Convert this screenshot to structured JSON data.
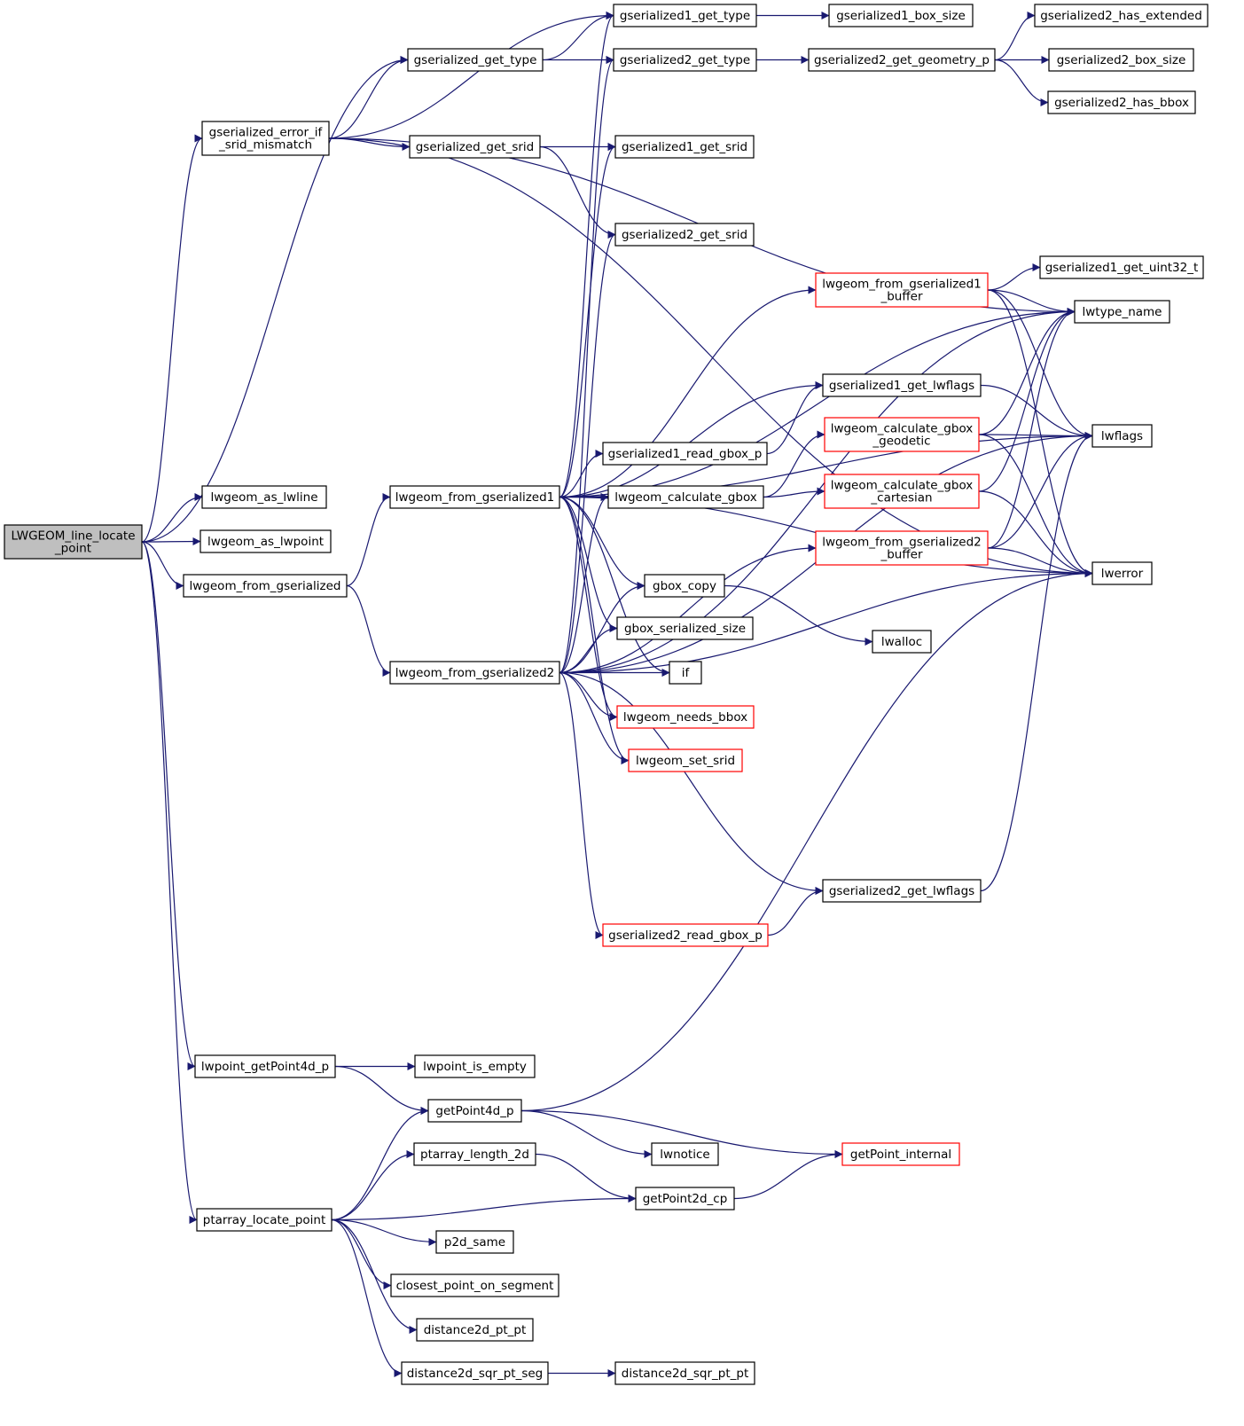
{
  "graph": {
    "edge_color": "#191970",
    "default_border": "#000000",
    "highlight_border": "#ff0000",
    "root_fill": "#bfbfbf",
    "nodes": [
      {
        "id": "root",
        "lines": [
          "LWGEOM_line_locate",
          "_point"
        ],
        "style": "root"
      },
      {
        "id": "gs_err",
        "lines": [
          "gserialized_error_if",
          "_srid_mismatch"
        ]
      },
      {
        "id": "as_lwline",
        "lines": [
          "lwgeom_as_lwline"
        ]
      },
      {
        "id": "as_lwpoint",
        "lines": [
          "lwgeom_as_lwpoint"
        ]
      },
      {
        "id": "from_gs",
        "lines": [
          "lwgeom_from_gserialized"
        ]
      },
      {
        "id": "pt_get4d",
        "lines": [
          "lwpoint_getPoint4d_p"
        ]
      },
      {
        "id": "pta_locate",
        "lines": [
          "ptarray_locate_point"
        ]
      },
      {
        "id": "gs_get_type",
        "lines": [
          "gserialized_get_type"
        ]
      },
      {
        "id": "gs_get_srid",
        "lines": [
          "gserialized_get_srid"
        ]
      },
      {
        "id": "from_gs1",
        "lines": [
          "lwgeom_from_gserialized1"
        ]
      },
      {
        "id": "from_gs2",
        "lines": [
          "lwgeom_from_gserialized2"
        ]
      },
      {
        "id": "pt_is_empty",
        "lines": [
          "lwpoint_is_empty"
        ]
      },
      {
        "id": "get4d",
        "lines": [
          "getPoint4d_p"
        ]
      },
      {
        "id": "pta_len2d",
        "lines": [
          "ptarray_length_2d"
        ]
      },
      {
        "id": "p2d_same",
        "lines": [
          "p2d_same"
        ]
      },
      {
        "id": "closest",
        "lines": [
          "closest_point_on_segment"
        ]
      },
      {
        "id": "dist_pt_pt",
        "lines": [
          "distance2d_pt_pt"
        ]
      },
      {
        "id": "dist_sqr_seg",
        "lines": [
          "distance2d_sqr_pt_seg"
        ]
      },
      {
        "id": "gs1_type",
        "lines": [
          "gserialized1_get_type"
        ]
      },
      {
        "id": "gs2_type",
        "lines": [
          "gserialized2_get_type"
        ]
      },
      {
        "id": "gs1_srid",
        "lines": [
          "gserialized1_get_srid"
        ]
      },
      {
        "id": "gs2_srid",
        "lines": [
          "gserialized2_get_srid"
        ]
      },
      {
        "id": "gs1_read_gbox",
        "lines": [
          "gserialized1_read_gbox_p"
        ]
      },
      {
        "id": "calc_gbox",
        "lines": [
          "lwgeom_calculate_gbox"
        ]
      },
      {
        "id": "gbox_copy",
        "lines": [
          "gbox_copy"
        ]
      },
      {
        "id": "gbox_ser_size",
        "lines": [
          "gbox_serialized_size"
        ]
      },
      {
        "id": "if",
        "lines": [
          "if"
        ]
      },
      {
        "id": "needs_bbox",
        "lines": [
          "lwgeom_needs_bbox"
        ],
        "style": "red"
      },
      {
        "id": "set_srid",
        "lines": [
          "lwgeom_set_srid"
        ],
        "style": "red"
      },
      {
        "id": "gs2_read_gbox",
        "lines": [
          "gserialized2_read_gbox_p"
        ],
        "style": "red"
      },
      {
        "id": "lwnotice",
        "lines": [
          "lwnotice"
        ]
      },
      {
        "id": "get2d_cp",
        "lines": [
          "getPoint2d_cp"
        ]
      },
      {
        "id": "dist_sqr_pt_pt",
        "lines": [
          "distance2d_sqr_pt_pt"
        ]
      },
      {
        "id": "gs1_box_size",
        "lines": [
          "gserialized1_box_size"
        ]
      },
      {
        "id": "gs2_geom_p",
        "lines": [
          "gserialized2_get_geometry_p"
        ]
      },
      {
        "id": "from_gs1_buf",
        "lines": [
          "lwgeom_from_gserialized1",
          "_buffer"
        ],
        "style": "red"
      },
      {
        "id": "gs1_lwflags",
        "lines": [
          "gserialized1_get_lwflags"
        ]
      },
      {
        "id": "gbox_geodetic",
        "lines": [
          "lwgeom_calculate_gbox",
          "_geodetic"
        ],
        "style": "red"
      },
      {
        "id": "gbox_cartesian",
        "lines": [
          "lwgeom_calculate_gbox",
          "_cartesian"
        ],
        "style": "red"
      },
      {
        "id": "from_gs2_buf",
        "lines": [
          "lwgeom_from_gserialized2",
          "_buffer"
        ],
        "style": "red"
      },
      {
        "id": "lwalloc",
        "lines": [
          "lwalloc"
        ]
      },
      {
        "id": "gs2_lwflags",
        "lines": [
          "gserialized2_get_lwflags"
        ]
      },
      {
        "id": "get_internal",
        "lines": [
          "getPoint_internal"
        ],
        "style": "red"
      },
      {
        "id": "gs2_has_ext",
        "lines": [
          "gserialized2_has_extended"
        ]
      },
      {
        "id": "gs2_box_size",
        "lines": [
          "gserialized2_box_size"
        ]
      },
      {
        "id": "gs2_has_bbox",
        "lines": [
          "gserialized2_has_bbox"
        ]
      },
      {
        "id": "gs1_uint32",
        "lines": [
          "gserialized1_get_uint32_t"
        ]
      },
      {
        "id": "lwtype_name",
        "lines": [
          "lwtype_name"
        ]
      },
      {
        "id": "lwflags",
        "lines": [
          "lwflags"
        ]
      },
      {
        "id": "lwerror",
        "lines": [
          "lwerror"
        ]
      }
    ],
    "edges": [
      [
        "root",
        "gs_get_type"
      ],
      [
        "root",
        "gs_err"
      ],
      [
        "root",
        "as_lwline"
      ],
      [
        "root",
        "as_lwpoint"
      ],
      [
        "root",
        "from_gs"
      ],
      [
        "root",
        "pt_get4d"
      ],
      [
        "root",
        "pta_locate"
      ],
      [
        "gs_err",
        "gs1_type"
      ],
      [
        "gs_err",
        "gs_get_type"
      ],
      [
        "gs_err",
        "gs_get_srid"
      ],
      [
        "gs_err",
        "lwtype_name"
      ],
      [
        "gs_err",
        "lwerror"
      ],
      [
        "gs_get_type",
        "gs1_type"
      ],
      [
        "gs_get_type",
        "gs2_type"
      ],
      [
        "gs_get_srid",
        "gs1_srid"
      ],
      [
        "gs_get_srid",
        "gs2_srid"
      ],
      [
        "from_gs",
        "from_gs1"
      ],
      [
        "from_gs",
        "from_gs2"
      ],
      [
        "from_gs1",
        "gs1_type"
      ],
      [
        "from_gs1",
        "gs1_srid"
      ],
      [
        "from_gs1",
        "lwtype_name"
      ],
      [
        "from_gs1",
        "from_gs1_buf"
      ],
      [
        "from_gs1",
        "lwflags"
      ],
      [
        "from_gs1",
        "gs1_lwflags"
      ],
      [
        "from_gs1",
        "gs1_read_gbox"
      ],
      [
        "from_gs1",
        "calc_gbox"
      ],
      [
        "from_gs1",
        "lwerror"
      ],
      [
        "from_gs1",
        "gbox_copy"
      ],
      [
        "from_gs1",
        "gbox_ser_size"
      ],
      [
        "from_gs1",
        "if"
      ],
      [
        "from_gs1",
        "needs_bbox"
      ],
      [
        "from_gs1",
        "set_srid"
      ],
      [
        "from_gs2",
        "gs2_type"
      ],
      [
        "from_gs2",
        "gs2_srid"
      ],
      [
        "from_gs2",
        "lwtype_name"
      ],
      [
        "from_gs2",
        "calc_gbox"
      ],
      [
        "from_gs2",
        "gbox_copy"
      ],
      [
        "from_gs2",
        "gbox_ser_size"
      ],
      [
        "from_gs2",
        "if"
      ],
      [
        "from_gs2",
        "needs_bbox"
      ],
      [
        "from_gs2",
        "set_srid"
      ],
      [
        "from_gs2",
        "from_gs2_buf"
      ],
      [
        "from_gs2",
        "lwflags"
      ],
      [
        "from_gs2",
        "gs2_lwflags"
      ],
      [
        "from_gs2",
        "gs2_read_gbox"
      ],
      [
        "from_gs2",
        "lwerror"
      ],
      [
        "gs1_type",
        "gs1_box_size"
      ],
      [
        "gs2_type",
        "gs2_geom_p"
      ],
      [
        "gs2_geom_p",
        "gs2_has_ext"
      ],
      [
        "gs2_geom_p",
        "gs2_box_size"
      ],
      [
        "gs2_geom_p",
        "gs2_has_bbox"
      ],
      [
        "from_gs1_buf",
        "gs1_uint32"
      ],
      [
        "from_gs1_buf",
        "lwtype_name"
      ],
      [
        "from_gs1_buf",
        "lwflags"
      ],
      [
        "from_gs1_buf",
        "lwerror"
      ],
      [
        "gs1_lwflags",
        "lwflags"
      ],
      [
        "gs1_read_gbox",
        "gs1_lwflags"
      ],
      [
        "calc_gbox",
        "gbox_geodetic"
      ],
      [
        "calc_gbox",
        "gbox_cartesian"
      ],
      [
        "gbox_geodetic",
        "lwtype_name"
      ],
      [
        "gbox_geodetic",
        "lwflags"
      ],
      [
        "gbox_geodetic",
        "lwerror"
      ],
      [
        "gbox_cartesian",
        "lwtype_name"
      ],
      [
        "gbox_cartesian",
        "lwerror"
      ],
      [
        "from_gs2_buf",
        "lwtype_name"
      ],
      [
        "from_gs2_buf",
        "lwflags"
      ],
      [
        "from_gs2_buf",
        "lwerror"
      ],
      [
        "gbox_copy",
        "lwalloc"
      ],
      [
        "gs2_lwflags",
        "lwflags"
      ],
      [
        "gs2_read_gbox",
        "gs2_lwflags"
      ],
      [
        "pt_get4d",
        "pt_is_empty"
      ],
      [
        "pt_get4d",
        "get4d"
      ],
      [
        "get4d",
        "lwerror"
      ],
      [
        "get4d",
        "lwnotice"
      ],
      [
        "get4d",
        "get_internal"
      ],
      [
        "pta_locate",
        "get4d"
      ],
      [
        "pta_locate",
        "pta_len2d"
      ],
      [
        "pta_locate",
        "get2d_cp"
      ],
      [
        "pta_locate",
        "p2d_same"
      ],
      [
        "pta_locate",
        "closest"
      ],
      [
        "pta_locate",
        "dist_pt_pt"
      ],
      [
        "pta_locate",
        "dist_sqr_seg"
      ],
      [
        "pta_len2d",
        "get2d_cp"
      ],
      [
        "get2d_cp",
        "get_internal"
      ],
      [
        "dist_sqr_seg",
        "dist_sqr_pt_pt"
      ]
    ]
  }
}
